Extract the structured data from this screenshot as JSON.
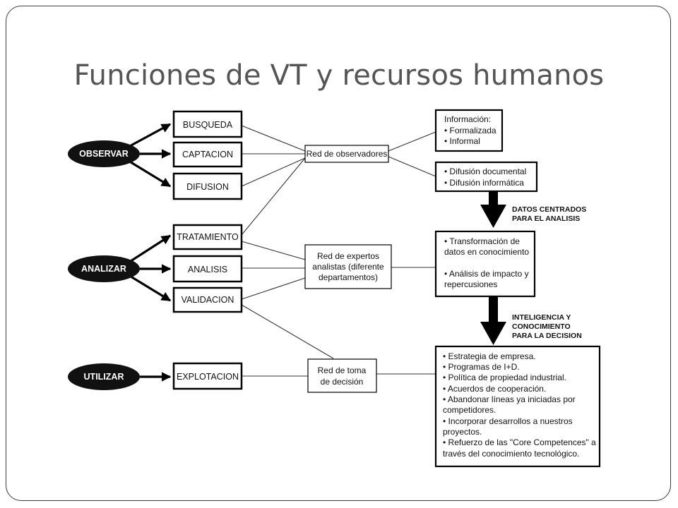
{
  "title": "Funciones de VT y recursos humanos",
  "phases": {
    "observar": "OBSERVAR",
    "analizar": "ANALIZAR",
    "utilizar": "UTILIZAR"
  },
  "activities": {
    "busqueda": "BUSQUEDA",
    "captacion": "CAPTACION",
    "difusion": "DIFUSION",
    "tratamiento": "TRATAMIENTO",
    "analisis": "ANALISIS",
    "validacion": "VALIDACION",
    "explotacion": "EXPLOTACION"
  },
  "networks": {
    "observadores": [
      "Red de observadores"
    ],
    "expertos": [
      "Red de expertos",
      "analistas (diferente",
      "departamentos)"
    ],
    "toma": [
      "Red de toma",
      "de decisión"
    ]
  },
  "outputs": {
    "informacion": [
      "Información:",
      "• Formalizada",
      "• Informal"
    ],
    "difusion": [
      "• Difusión documental",
      "• Difusión informática"
    ],
    "transformacion": [
      "• Transformación de",
      "datos en conocimiento",
      "",
      "• Análisis de impacto y",
      "repercusiones"
    ],
    "estrategia": [
      "• Estrategia de empresa.",
      "• Programas de I+D.",
      "• Política de propiedad industrial.",
      "• Acuerdos de cooperación.",
      "• Abandonar líneas ya iniciadas por",
      "competidores.",
      "• Incorporar desarrollos a nuestros",
      "proyectos.",
      "• Refuerzo de las \"Core Competences\" a",
      "través del conocimiento tecnológico."
    ]
  },
  "flow_labels": {
    "datos": [
      "DATOS CENTRADOS",
      "PARA EL ANALISIS"
    ],
    "inteligencia": [
      "INTELIGENCIA Y",
      "CONOCIMIENTO",
      "PARA LA DECISION"
    ]
  },
  "colors": {
    "title": "#555555",
    "oval": "#111111",
    "stroke": "#000000"
  }
}
